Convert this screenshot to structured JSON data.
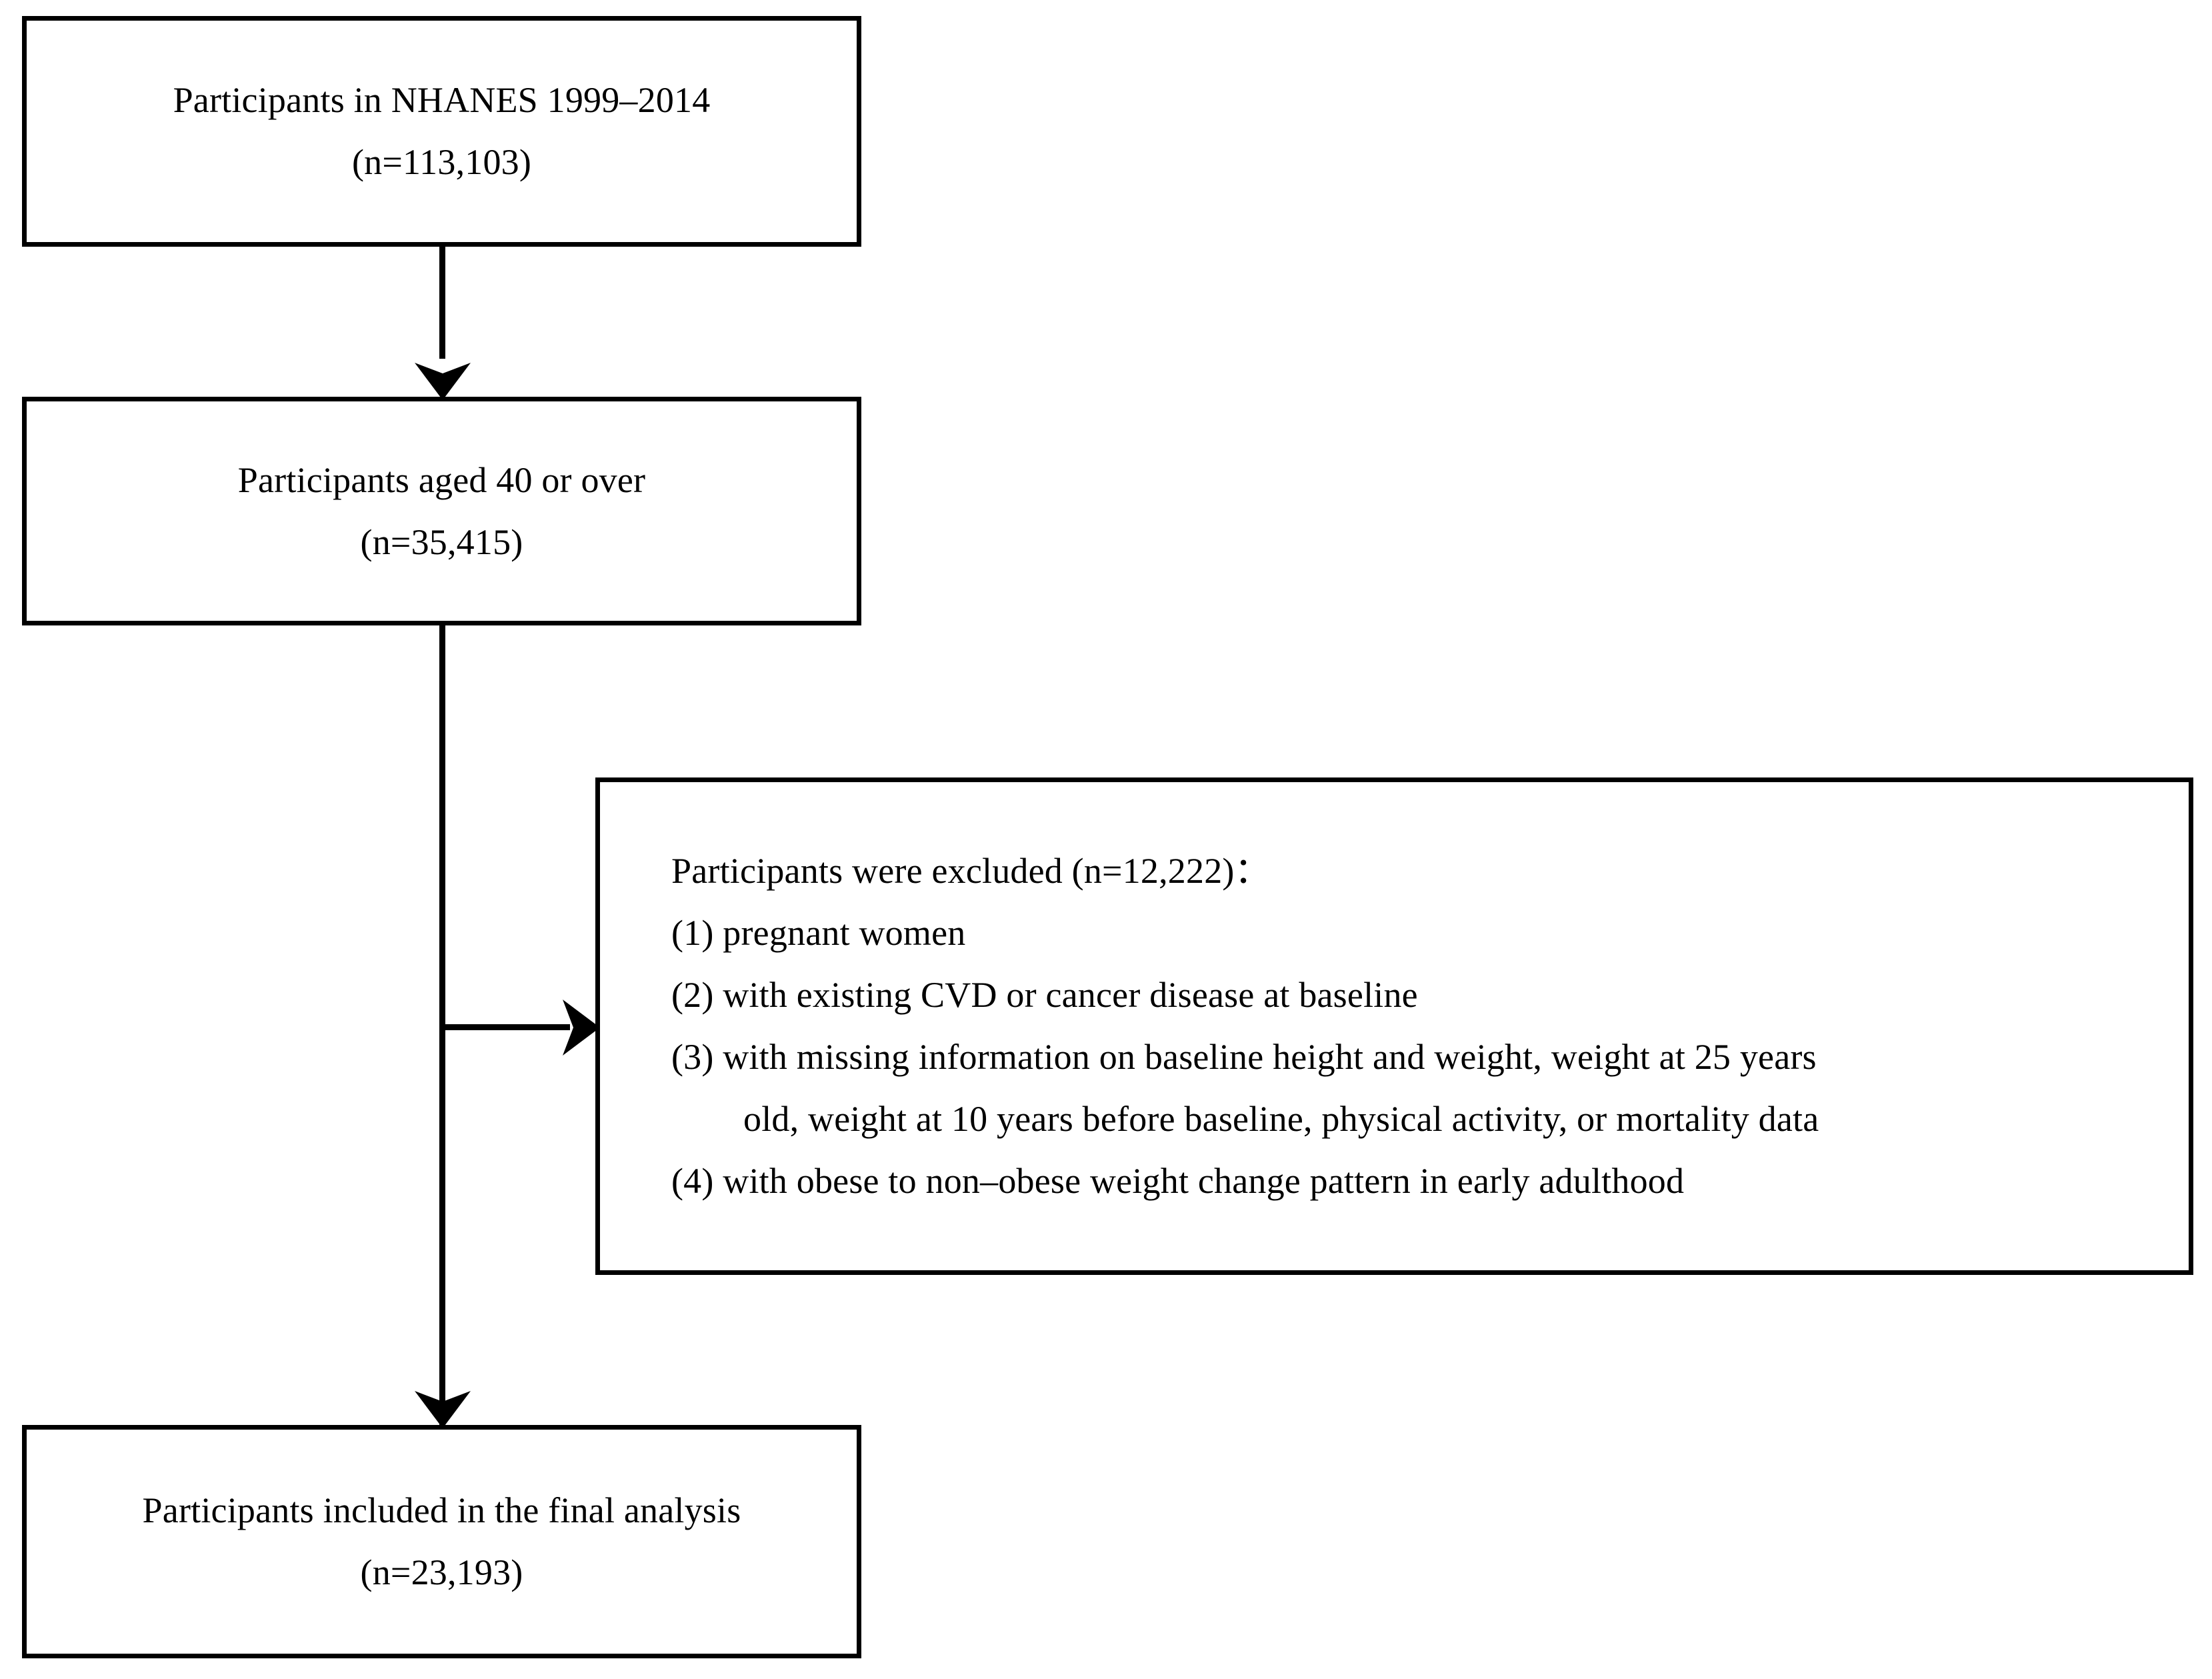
{
  "figure": {
    "type": "participant-flow-diagram",
    "colors": {
      "stroke": "#000000",
      "background": "#ffffff",
      "text": "#000000"
    }
  },
  "nodes": {
    "source_population": {
      "line1": "Participants in NHANES 1999–2014",
      "line2": "(n=113,103)",
      "count": 113103
    },
    "age_eligible": {
      "line1": "Participants aged 40 or over",
      "line2": "(n=35,415)",
      "count": 35415
    },
    "exclusions": {
      "header": "Participants were excluded (n=12,222)：",
      "count": 12222,
      "items": [
        {
          "line": "(1) pregnant women",
          "indented": false
        },
        {
          "line": "(2) with existing CVD or cancer disease at baseline",
          "indented": false
        },
        {
          "line": "(3) with missing information on baseline height and weight, weight at 25 years",
          "indented": false
        },
        {
          "line": "old, weight at 10 years before baseline, physical activity, or mortality data",
          "indented": true
        },
        {
          "line": "(4) with obese to non–obese weight change pattern in early adulthood",
          "indented": false
        }
      ]
    },
    "final_sample": {
      "line1": "Participants included in the final analysis",
      "line2": "(n=23,193)",
      "count": 23193
    }
  },
  "connectors": [
    {
      "name": "source-to-age-eligible",
      "direction": "down"
    },
    {
      "name": "age-eligible-to-exclusions",
      "direction": "right"
    },
    {
      "name": "age-eligible-to-final",
      "direction": "down"
    }
  ]
}
